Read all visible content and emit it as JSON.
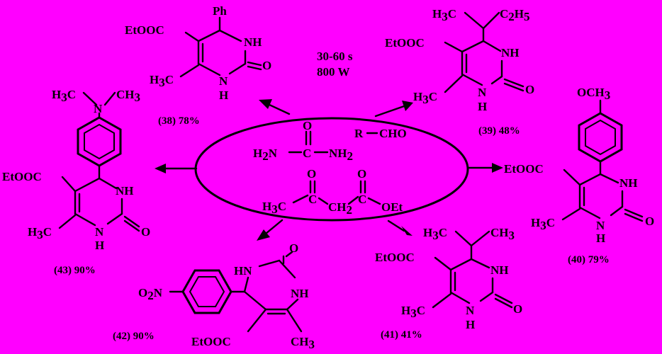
{
  "colors": {
    "background": "#ff00ff",
    "ink": "#000000"
  },
  "conditions": {
    "time": "30-60 s",
    "power": "800 W"
  },
  "reagents": {
    "aldehyde_r": "R",
    "aldehyde_cho": "CHO",
    "urea_h2n": "H",
    "urea_2": "2",
    "urea_n": "N",
    "urea_c": "C",
    "urea_nh": "NH",
    "urea_o": "O",
    "ketoester_h3c": "H",
    "ketoester_3": "3",
    "ketoester_c": "C",
    "ketoester_ch2": "CH",
    "ketoester_oet": "OEt",
    "ketoester_o": "O"
  },
  "products": [
    {
      "id": "38",
      "label": "(38) 78%",
      "substituent": "Ph"
    },
    {
      "id": "39",
      "label": "(39) 48%",
      "substituent": "H3C-CH-C2H5"
    },
    {
      "id": "40",
      "label": "(40) 79%",
      "substituent": "OCH3"
    },
    {
      "id": "41",
      "label": "(41) 41%",
      "substituent": "H3C-CH-CH3"
    },
    {
      "id": "42",
      "label": "(42) 90%",
      "substituent": "O2N"
    },
    {
      "id": "43",
      "label": "(43) 90%",
      "substituent": "N(CH3)2"
    }
  ],
  "atoms": {
    "etooc": "EtOOC",
    "nh": "NH",
    "n": "N",
    "h": "H",
    "o": "O",
    "hn": "HN",
    "c": "C",
    "ph": "Ph",
    "och3_a": "OCH",
    "three": "3",
    "c2h5_a": "C",
    "c2h5_b": "H",
    "two": "2",
    "five": "5",
    "ch3_a": "CH",
    "h3c_a": "H",
    "o2n_a": "O",
    "o2n_b": "N"
  }
}
